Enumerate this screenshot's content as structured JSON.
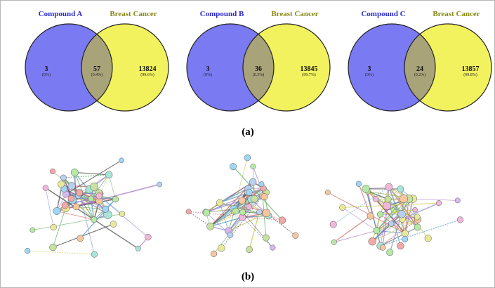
{
  "panel_a_label": "(a)",
  "panel_b_label": "(b)",
  "colors": {
    "set_a_fill": "#7a7af2",
    "set_b_fill": "#f2f25e",
    "overlap_fill": "#a9a37a",
    "circle_stroke": "#222222",
    "set_a_title": "#2a2ad0",
    "set_b_title": "#8a8a1a"
  },
  "venns": [
    {
      "set_a": {
        "title": "Compound A",
        "count": "3",
        "pct": "(0%)"
      },
      "overlap": {
        "count": "57",
        "pct": "(0.4%)"
      },
      "set_b": {
        "title": "Breast Cancer",
        "count": "13824",
        "pct": "(99.6%)"
      }
    },
    {
      "set_a": {
        "title": "Compound B",
        "count": "3",
        "pct": "(0%)"
      },
      "overlap": {
        "count": "36",
        "pct": "(0.3%)"
      },
      "set_b": {
        "title": "Breast Cancer",
        "count": "13845",
        "pct": "(99.7%)"
      }
    },
    {
      "set_a": {
        "title": "Compound C",
        "count": "3",
        "pct": "(0%)"
      },
      "overlap": {
        "count": "24",
        "pct": "(0.2%)"
      },
      "set_b": {
        "title": "Breast Cancer",
        "count": "13857",
        "pct": "(99.8%)"
      }
    }
  ],
  "networks": [
    {
      "name": "compound-a-network"
    },
    {
      "name": "compound-b-network"
    },
    {
      "name": "compound-c-network"
    }
  ]
}
